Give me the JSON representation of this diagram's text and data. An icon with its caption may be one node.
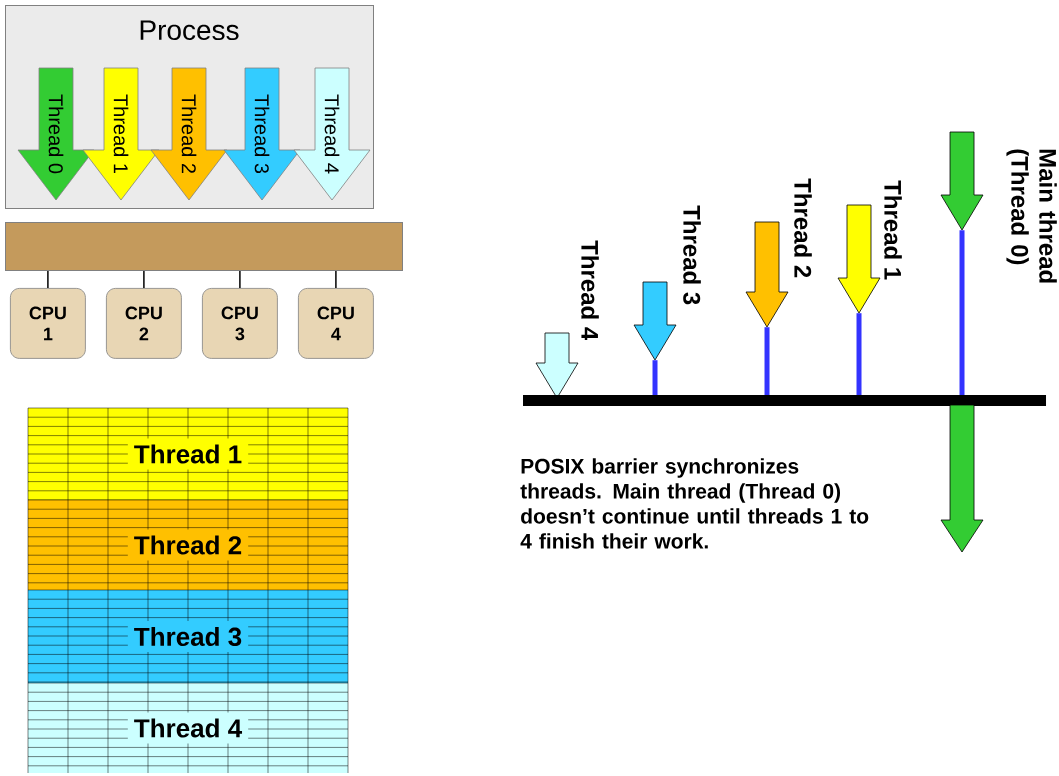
{
  "diagram": {
    "nodes": [
      {
        "text": [
          "Process"
        ]
      },
      {
        "text": [
          "Thread 0"
        ],
        "in": 0
      },
      {
        "text": [
          "Thread 1"
        ],
        "in": 0
      },
      {
        "text": [
          "Thread 2"
        ],
        "in": 0
      },
      {
        "text": [
          "Thread 3"
        ],
        "in": 0
      },
      {
        "text": [
          "Thread 4"
        ],
        "in": 0
      },
      {
        "text": [],
        "shape": "bar"
      },
      {
        "text": [
          "CPU 1"
        ]
      },
      {
        "text": [
          "CPU 2"
        ]
      },
      {
        "text": [
          "CPU 3"
        ]
      },
      {
        "text": [
          "CPU 4"
        ]
      },
      {
        "text": [
          "Thread 1"
        ]
      },
      {
        "text": [
          "Thread 2"
        ]
      },
      {
        "text": [
          "Thread 3"
        ]
      },
      {
        "text": [
          "Thread 4"
        ]
      },
      {
        "text": [],
        "shape": "arrow",
        "beside": [
          "Thread 4"
        ]
      },
      {
        "text": [],
        "shape": "arrow",
        "beside": [
          "Thread 3"
        ]
      },
      {
        "text": [],
        "shape": "arrow",
        "beside": [
          "Thread 2"
        ]
      },
      {
        "text": [],
        "shape": "arrow",
        "beside": [
          "Thread 1"
        ]
      },
      {
        "text": [],
        "shape": "arrow",
        "beside": [
          "Main thread (Thread 0)"
        ]
      },
      {
        "text": [],
        "shape": "bar"
      },
      {
        "text": [],
        "shape": "arrow"
      }
    ],
    "edges": [
      {
        "from": 6,
        "to": 7,
        "arrow": "none"
      },
      {
        "from": 6,
        "to": 8,
        "arrow": "none"
      },
      {
        "from": 6,
        "to": 9,
        "arrow": "none"
      },
      {
        "from": 6,
        "to": 10,
        "arrow": "none"
      },
      {
        "from": 16,
        "to": 20,
        "arrow": "none",
        "style": "thick",
        "color": "#3333ff"
      },
      {
        "from": 17,
        "to": 20,
        "arrow": "none",
        "style": "thick",
        "color": "#3333ff"
      },
      {
        "from": 18,
        "to": 20,
        "arrow": "none",
        "style": "thick",
        "color": "#3333ff"
      },
      {
        "from": 19,
        "to": 20,
        "arrow": "none",
        "style": "thick",
        "color": "#3333ff"
      }
    ],
    "labels": [
      "POSIX barrier synchronizes threads. Main thread (Thread 0) doesn’t continue until threads 1 to 4 finish their work."
    ]
  }
}
